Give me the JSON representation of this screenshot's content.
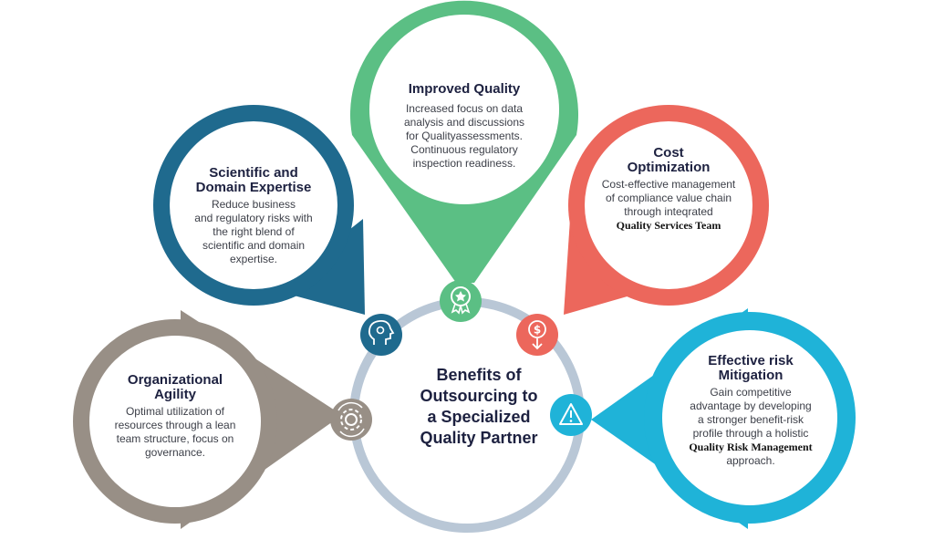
{
  "center": {
    "line1": "Benefits of",
    "line2": "Outsourcing to",
    "line3": "a Specialized",
    "line4_a": "Quality",
    "line4_b": "Partner"
  },
  "improved_quality": {
    "title": "Improved Quality",
    "lines": [
      "Increased focus on data",
      "analysis and discussions",
      "for Qualityassessments.",
      "Continuous regulatory",
      "inspection readiness."
    ],
    "color": "#5bbf84"
  },
  "scientific": {
    "title_1": "Scientific and",
    "title_2": "Domain Expertise",
    "lines": [
      "Reduce business",
      "and regulatory risks with",
      "the right blend of",
      "scientific and domain",
      "expertise."
    ],
    "color": "#1f6a8e"
  },
  "cost": {
    "title_1": "Cost",
    "title_2": "Optimization",
    "lines": [
      "Cost-effective management",
      "of compliance value chain",
      "through inteqrated"
    ],
    "serif_line": "Quality Services Team",
    "color": "#ec675c"
  },
  "agility": {
    "title_1": "Organizational",
    "title_2": "Agility",
    "lines": [
      "Optimal utilization of",
      "resources through a lean",
      "team structure, focus on",
      "governance."
    ],
    "color": "#988f86"
  },
  "risk": {
    "title_1": "Effective risk",
    "title_2": "Mitigation",
    "lines": [
      "Gain competitive",
      "advantage by developing",
      "a stronger benefit-risk",
      "profile through a holistic"
    ],
    "serif_line": "Quality Risk Management",
    "last_line": "approach.",
    "color": "#1fb3d8"
  },
  "icons": {
    "quality": "award-ribbon-icon",
    "scientific": "head-gear-icon",
    "cost": "dollar-down-icon",
    "agility": "gear-cycle-icon",
    "risk": "warning-triangle-icon"
  },
  "ring_color": "#b9c7d6"
}
